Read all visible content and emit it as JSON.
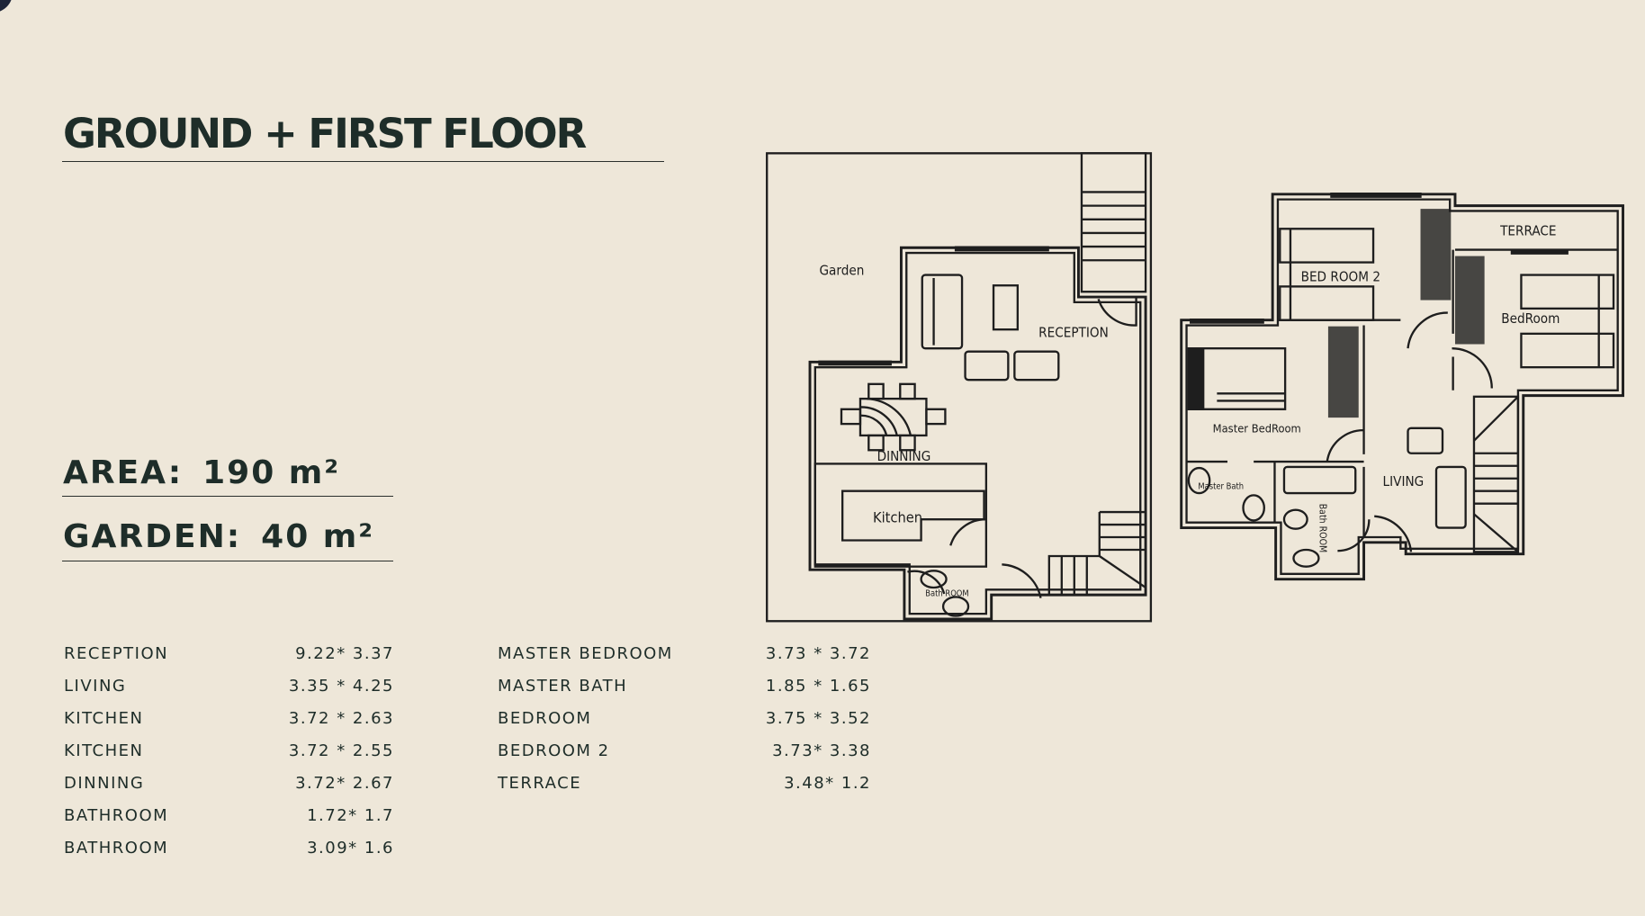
{
  "header": {
    "title": "GROUND + FIRST FLOOR"
  },
  "summary": {
    "area_label": "AREA:",
    "area_value": "190 m²",
    "garden_label": "GARDEN:",
    "garden_value": "40 m²"
  },
  "rooms_left": [
    {
      "name": "RECEPTION",
      "size": "9.22* 3.37"
    },
    {
      "name": "LIVING",
      "size": "3.35 * 4.25"
    },
    {
      "name": "KITCHEN",
      "size": "3.72 * 2.63"
    },
    {
      "name": "KITCHEN",
      "size": "3.72 * 2.55"
    },
    {
      "name": "DINNING",
      "size": "3.72* 2.67"
    },
    {
      "name": "BATHROOM",
      "size": "1.72* 1.7"
    },
    {
      "name": "BATHROOM",
      "size": "3.09* 1.6"
    }
  ],
  "rooms_right": [
    {
      "name": "MASTER BEDROOM",
      "size": "3.73 * 3.72"
    },
    {
      "name": "MASTER BATH",
      "size": "1.85 * 1.65"
    },
    {
      "name": "BEDROOM",
      "size": "3.75 * 3.52"
    },
    {
      "name": "BEDROOM 2",
      "size": "3.73* 3.38"
    },
    {
      "name": "TERRACE",
      "size": "3.48* 1.2"
    }
  ],
  "plan_labels": {
    "ground": {
      "garden": "Garden",
      "reception": "RECEPTION",
      "dining": "DINNING",
      "kitchen": "Kitchen",
      "bath": "Bath ROOM"
    },
    "first": {
      "terrace": "TERRACE",
      "bedroom2": "BED ROOM 2",
      "bedroom": "BedRoom",
      "master": "Master BedRoom",
      "master_bath": "Master Bath",
      "living": "LIVING",
      "bath": "Bath ROOM"
    }
  },
  "colors": {
    "background": "#eee7d9",
    "text": "#1e2d29",
    "lines": "#1e1e1e"
  }
}
